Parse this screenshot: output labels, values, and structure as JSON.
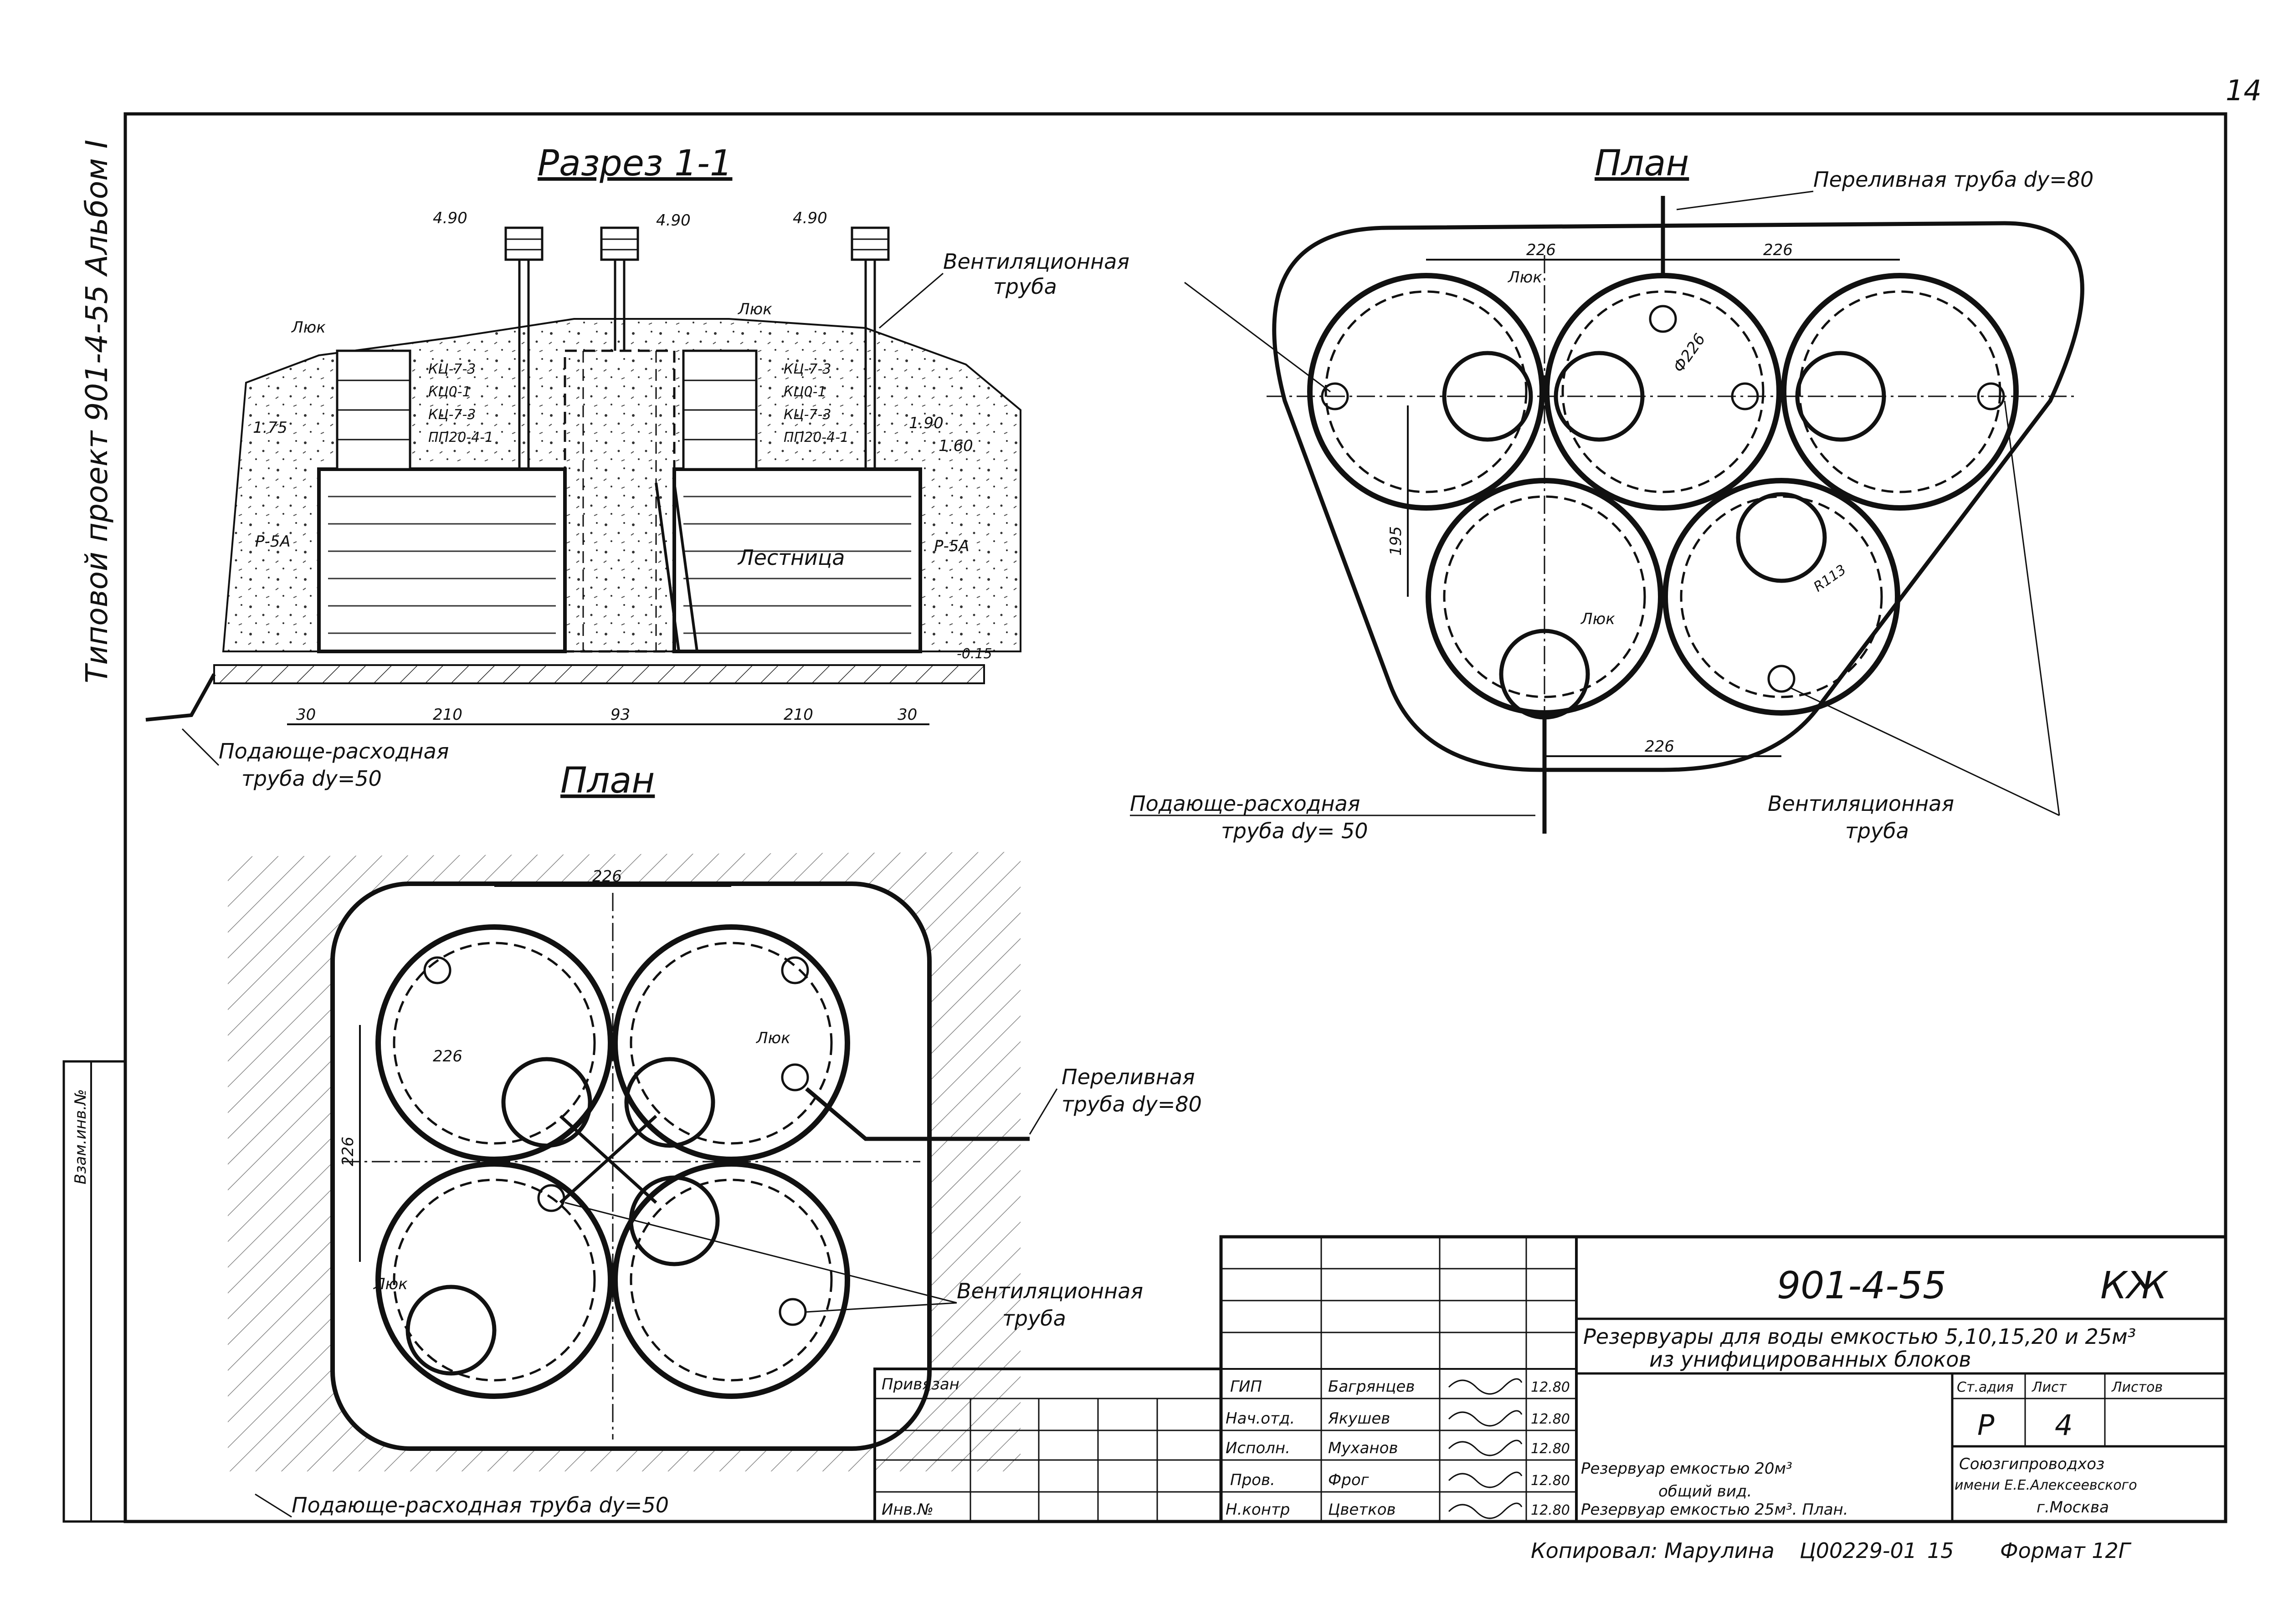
{
  "page_number": "14",
  "side_text": "Типовой проект 901-4-55 Альбом I",
  "vzam_label": "Взам.инв.№",
  "section": {
    "title": "Разрез 1-1",
    "elevations": [
      "4.90",
      "4.90",
      "4.90",
      "1.75",
      "1.90",
      "1.60",
      "-0.15"
    ],
    "hatch_label": "Люк",
    "hatch_label_2": "Люк",
    "rings_left": [
      "КЦ-7-3",
      "КЦ0-1",
      "КЦ-7-3",
      "ПП20-4-1"
    ],
    "rings_right": [
      "КЦ-7-3",
      "КЦ0-1",
      "КЦ-7-3",
      "ПП20-4-1"
    ],
    "vent_label_1": "Вентиляционная",
    "vent_label_2": "труба",
    "r5a_left": "Р-5А",
    "r5a_right": "Р-5А",
    "ladder": "Лестница",
    "dims": [
      "30",
      "210",
      "93",
      "210",
      "30"
    ],
    "supply_1": "Подающе-расходная",
    "supply_2": "труба dу=50"
  },
  "plan_left": {
    "title": "План",
    "dim_top": "226",
    "dim_inner": "226",
    "dim_side": "226",
    "hatch_1": "Люк",
    "hatch_2": "Люк",
    "overflow_1": "Переливная",
    "overflow_2": "труба dу=80",
    "vent_1": "Вентиляционная",
    "vent_2": "труба",
    "supply": "Подающе-расходная труба dу=50"
  },
  "plan_right": {
    "title": "План",
    "overflow": "Переливная труба dу=80",
    "dim_a": "226",
    "dim_b": "226",
    "diameter": "Ф226",
    "dim_side": "195",
    "radius": "R113",
    "dim_bottom": "226",
    "hatch_top": "Люк",
    "hatch_bottom": "Люк",
    "supply_1": "Подающе-расходная",
    "supply_2": "труба dу= 50",
    "vent_1": "Вентиляционная",
    "vent_2": "труба"
  },
  "title_block": {
    "code": "901-4-55",
    "mark": "КЖ",
    "description_1": "Резервуары для воды емкостью 5,10,15,20 и 25м³",
    "description_2": "из унифицированных блоков",
    "privyazan": "Привязан",
    "inv_no": "Инв.№",
    "roles": [
      "ГИП",
      "Нач.отд.",
      "Исполн.",
      "Пров.",
      "Н.контр"
    ],
    "names": [
      "Багрянцев",
      "Якушев",
      "Муханов",
      "Фрог",
      "Цветков"
    ],
    "dates": [
      "12.80",
      "12.80",
      "12.80",
      "12.80",
      "12.80"
    ],
    "stage_hdr": "Ст.адия",
    "sheet_hdr": "Лист",
    "sheets_hdr": "Листов",
    "stage_val": "Р",
    "sheet_val": "4",
    "sheet_desc_1": "Резервуар емкостью 20м³",
    "sheet_desc_2": "общий вид.",
    "sheet_desc_3": "Резервуар емкостью 25м³. План.",
    "org_1": "Союзгипроводхоз",
    "org_2": "имени Е.Е.Алексеевского",
    "org_3": "г.Москва"
  },
  "footer": {
    "copied": "Копировал: Марулина",
    "order": "Ц00229-01",
    "num": "15",
    "format": "Формат 12Г"
  }
}
